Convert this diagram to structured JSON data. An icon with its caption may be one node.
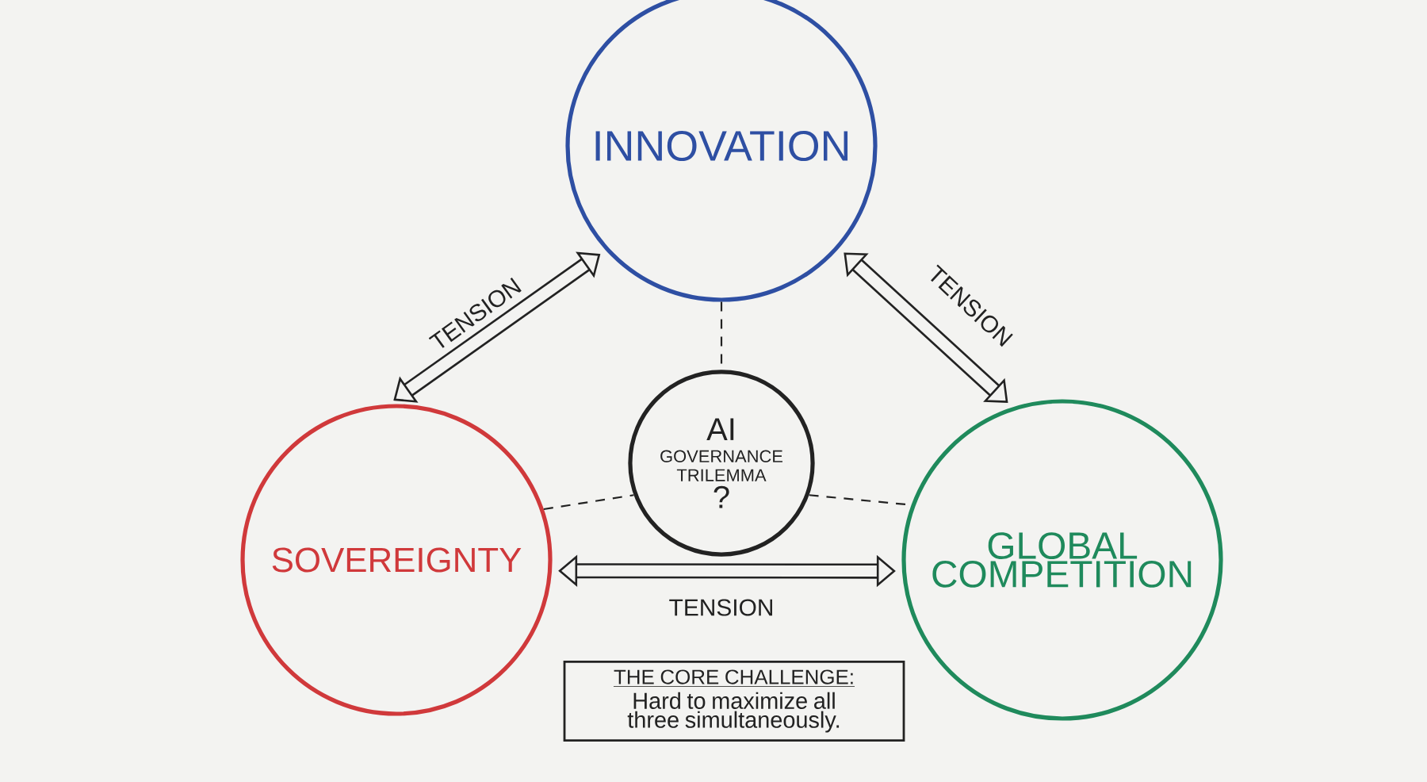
{
  "diagram": {
    "nodes": [
      {
        "text": [
          "INNOVATION"
        ]
      },
      {
        "text": [
          "SOVEREIGNTY"
        ]
      },
      {
        "text": [
          "AI",
          "GOVERNANCE TRILEMMA",
          "?"
        ]
      },
      {
        "text": [
          "GLOBAL COMPETITION"
        ]
      },
      {
        "text": [
          "THE CORE CHALLENGE:",
          "Hard to maximize all three simultaneously."
        ]
      }
    ],
    "edges": [
      {
        "from": 1,
        "to": 0,
        "arrow": "both",
        "label": "TENSION",
        "style": "thick"
      },
      {
        "from": 0,
        "to": 3,
        "arrow": "both",
        "label": "TENSION",
        "style": "thick"
      },
      {
        "from": 1,
        "to": 3,
        "arrow": "both",
        "label": "TENSION",
        "style": "thick"
      },
      {
        "from": 0,
        "to": 2,
        "arrow": "none",
        "style": "dashed"
      },
      {
        "from": 1,
        "to": 2,
        "arrow": "none",
        "style": "dashed"
      },
      {
        "from": 2,
        "to": 3,
        "arrow": "none",
        "style": "dashed"
      }
    ]
  }
}
